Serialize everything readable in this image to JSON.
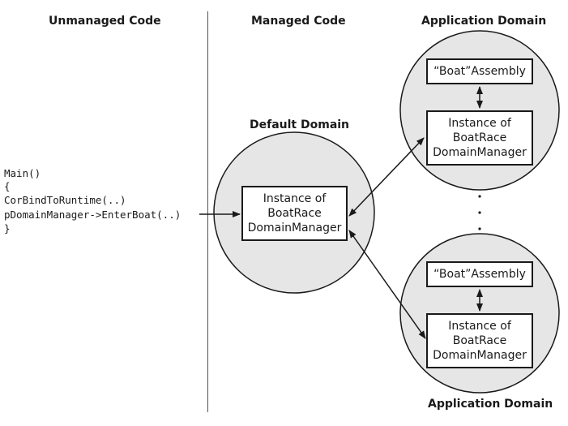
{
  "headings": {
    "unmanaged": "Unmanaged Code",
    "managed": "Managed Code",
    "app_domain_top": "Application Domain",
    "default_domain": "Default Domain",
    "app_domain_bottom": "Application Domain"
  },
  "code": {
    "line1": "Main()",
    "line2": "{",
    "line3": " CorBindToRuntime(..)",
    "line4": "pDomainManager->EnterBoat(..)",
    "line5": "}"
  },
  "default_domain": {
    "instance_line1": "Instance of",
    "instance_line2": "BoatRace",
    "instance_line3": "DomainManager"
  },
  "app_domain_1": {
    "assembly": "“Boat”Assembly",
    "instance_line1": "Instance of",
    "instance_line2": "BoatRace",
    "instance_line3": "DomainManager"
  },
  "app_domain_2": {
    "assembly": "“Boat”Assembly",
    "instance_line1": "Instance of",
    "instance_line2": "BoatRace",
    "instance_line3": "DomainManager"
  },
  "colors": {
    "circle_fill": "#e6e6e6",
    "stroke": "#1a1a1a",
    "box_fill": "#ffffff"
  }
}
